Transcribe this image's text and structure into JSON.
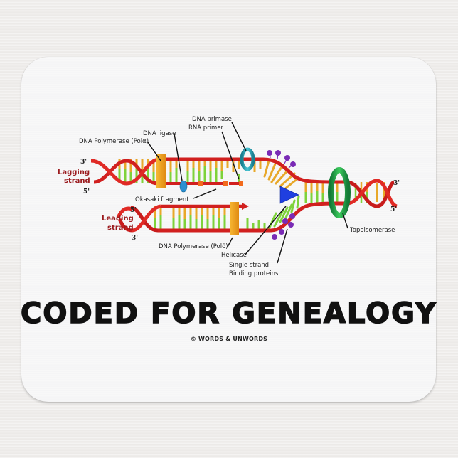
{
  "product": {
    "type": "mousepad",
    "title": "CODED FOR GENEALOGY",
    "copyright": "© WORDS & UNWORDS"
  },
  "diagram": {
    "strand_labels": {
      "lagging": [
        "Lagging",
        "strand"
      ],
      "leading": [
        "Leading",
        "strand"
      ]
    },
    "primes": {
      "lagging_top": "3'",
      "lagging_bottom": "5'",
      "leading_top": "5'",
      "leading_bottom": "3'",
      "right_top": "3'",
      "right_bottom": "5'"
    },
    "labels": {
      "pol_alpha": "DNA Polymerase (Polα)",
      "ligase": "DNA ligase",
      "primase": "DNA primase",
      "rna_primer": "RNA primer",
      "okasaki": "Okasaki fragment",
      "pol_delta": "DNA Polymerase (Polδ)",
      "helicase": "Helicase",
      "ssb_line1": "Single strand,",
      "ssb_line2": "Binding proteins",
      "topoisomerase": "Topoisomerase"
    },
    "colors": {
      "backbone": "#d1201f",
      "base_orange": "#e8a82a",
      "base_green": "#7ed23a",
      "polymerase": "#f2a31b",
      "primase": "#2aa6b8",
      "ligase": "#2a8fd0",
      "helicase": "#1f3fe0",
      "ssb": "#7a2bb5",
      "topoisomerase": "#1fa24a",
      "strand_label": "#9b1b1e"
    }
  }
}
